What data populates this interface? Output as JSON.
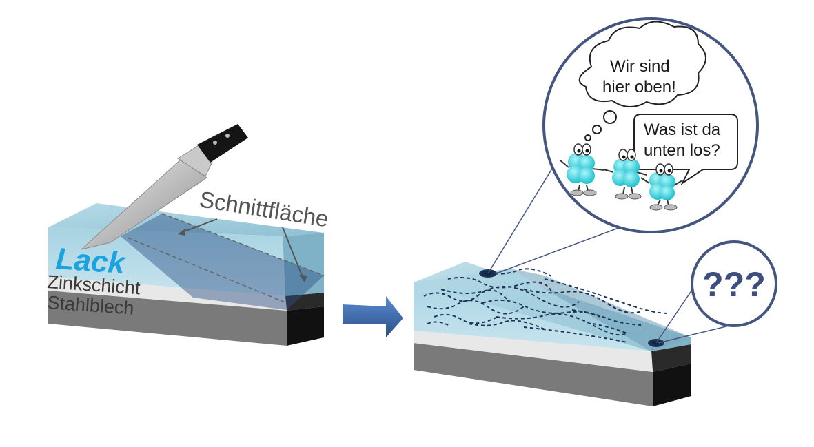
{
  "labels": {
    "lack": "Lack",
    "zinkschicht": "Zinkschicht",
    "stahlblech": "Stahlblech",
    "schnittflaeche": "Schnittfläche"
  },
  "bubbles": {
    "thought_line1": "Wir sind",
    "thought_line2": "hier oben!",
    "speech_line1": "Was ist da",
    "speech_line2": "unten los?",
    "question": "???"
  },
  "colors": {
    "lack": "#1aa3e0",
    "coating": "#9fcbdb",
    "steel": "#7a7a7a",
    "zinc": "#e8e8e8",
    "magnifier_ring": "#44557f",
    "arrow": "#3a68a8",
    "molecule": "#2fd9e4"
  },
  "icons": {
    "knife": "knife-icon",
    "arrow": "arrow-right-icon",
    "molecule": "molecule-character-icon"
  }
}
